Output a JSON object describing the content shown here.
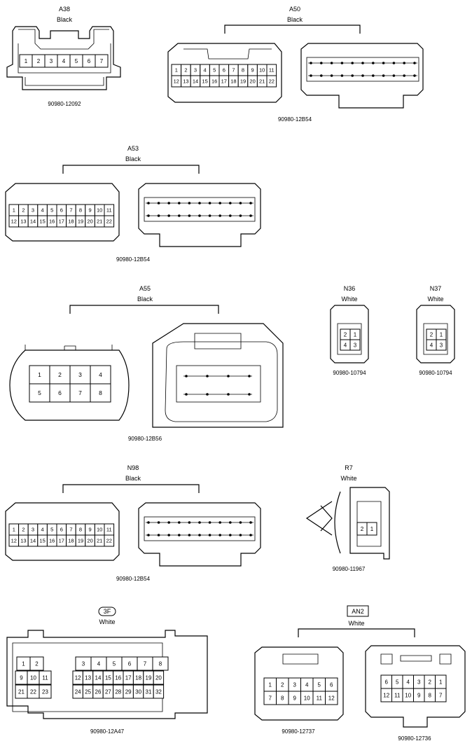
{
  "connectors": [
    {
      "id": "A38",
      "color": "Black",
      "part": "90980-12092",
      "pins_top": [
        "1",
        "2",
        "3",
        "4",
        "5",
        "6",
        "7"
      ]
    },
    {
      "id": "A50",
      "color": "Black",
      "part": "90980-12B54",
      "pins_top": [
        "1",
        "2",
        "3",
        "4",
        "5",
        "6",
        "7",
        "8",
        "9",
        "10",
        "11"
      ],
      "pins_bottom": [
        "12",
        "13",
        "14",
        "15",
        "16",
        "17",
        "18",
        "19",
        "20",
        "21",
        "22"
      ]
    },
    {
      "id": "A53",
      "color": "Black",
      "part": "90980-12B54",
      "pins_top": [
        "1",
        "2",
        "3",
        "4",
        "5",
        "6",
        "7",
        "8",
        "9",
        "10",
        "11"
      ],
      "pins_bottom": [
        "12",
        "13",
        "14",
        "15",
        "16",
        "17",
        "18",
        "19",
        "20",
        "21",
        "22"
      ]
    },
    {
      "id": "A55",
      "color": "Black",
      "part": "90980-12B56",
      "pins_top": [
        "1",
        "2",
        "3",
        "4"
      ],
      "pins_bottom": [
        "5",
        "6",
        "7",
        "8"
      ]
    },
    {
      "id": "N36",
      "color": "White",
      "part": "90980-10794",
      "pins_top": [
        "2",
        "1"
      ],
      "pins_bottom": [
        "4",
        "3"
      ]
    },
    {
      "id": "N37",
      "color": "White",
      "part": "90980-10794",
      "pins_top": [
        "2",
        "1"
      ],
      "pins_bottom": [
        "4",
        "3"
      ]
    },
    {
      "id": "N98",
      "color": "Black",
      "part": "90980-12B54",
      "pins_top": [
        "1",
        "2",
        "3",
        "4",
        "5",
        "6",
        "7",
        "8",
        "9",
        "10",
        "11"
      ],
      "pins_bottom": [
        "12",
        "13",
        "14",
        "15",
        "16",
        "17",
        "18",
        "19",
        "20",
        "21",
        "22"
      ]
    },
    {
      "id": "R7",
      "color": "White",
      "part": "90980-11967",
      "pins_top": [
        "2",
        "1"
      ]
    },
    {
      "id": "3F",
      "color": "White",
      "part": "90980-12A47",
      "pins_r1a": [
        "1",
        "2"
      ],
      "pins_r1b": [
        "3",
        "4",
        "5",
        "6",
        "7",
        "8"
      ],
      "pins_r2a": [
        "9",
        "10",
        "11"
      ],
      "pins_r2b": [
        "12",
        "13",
        "14",
        "15",
        "16",
        "17",
        "18",
        "19",
        "20"
      ],
      "pins_r3a": [
        "21",
        "22",
        "23"
      ],
      "pins_r3b": [
        "24",
        "25",
        "26",
        "27",
        "28",
        "29",
        "30",
        "31",
        "32"
      ]
    },
    {
      "id": "AN2",
      "color": "White",
      "part_left": "90980-12737",
      "part_right": "90980-12736",
      "pins_top": [
        "1",
        "2",
        "3",
        "4",
        "5",
        "6"
      ],
      "pins_bottom": [
        "7",
        "8",
        "9",
        "10",
        "11",
        "12"
      ],
      "pins_top_r": [
        "6",
        "5",
        "4",
        "3",
        "2",
        "1"
      ],
      "pins_bottom_r": [
        "12",
        "11",
        "10",
        "9",
        "8",
        "7"
      ]
    }
  ]
}
